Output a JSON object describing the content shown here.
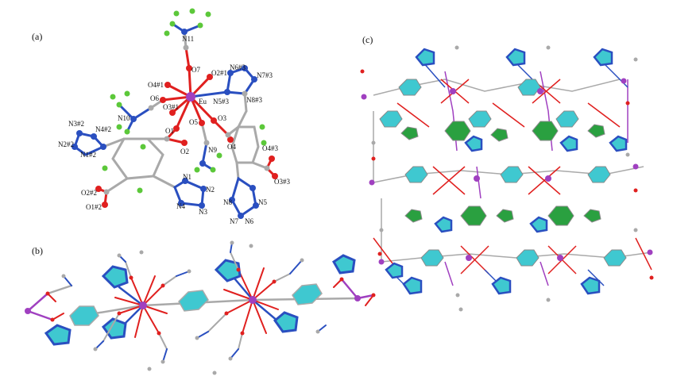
{
  "panels": {
    "a": {
      "label": "(a)",
      "atom_labels": {
        "N11": "N11",
        "O7": "O7",
        "O2_1": "O2#1",
        "N6_3": "N6#3",
        "N7_3": "N7#3",
        "O4_1": "O4#1",
        "O6": "O6",
        "O3_1": "O3#1",
        "Eu": "Eu",
        "N5_3": "N5#3",
        "N8_3": "N8#3",
        "N10": "N10",
        "O5": "O5",
        "O3": "O3",
        "O1": "O1",
        "N9": "N9",
        "O4": "O4",
        "O2": "O2",
        "N3_2": "N3#2",
        "N4_2": "N4#2",
        "N2_2": "N2#2",
        "N1_2": "N1#2",
        "O4_3": "O4#3",
        "O3_3": "O3#3",
        "N1": "N1",
        "N2": "N2",
        "N4": "N4",
        "N3": "N3",
        "N8": "N8",
        "N5": "N5",
        "N7": "N7",
        "N6": "N6",
        "O2_2": "O2#2",
        "O1_2": "O1#2"
      }
    },
    "b": {
      "label": "(b)"
    },
    "c": {
      "label": "(c)"
    }
  },
  "colors": {
    "carbon": "#a9a9a9",
    "oxygen": "#e0201f",
    "nitrogen": "#2a4fc0",
    "europium": "#a040c0",
    "hydrogen": "#5cc83a",
    "ring_cyan": "#3fc8d0",
    "ring_green": "#2aa040"
  }
}
